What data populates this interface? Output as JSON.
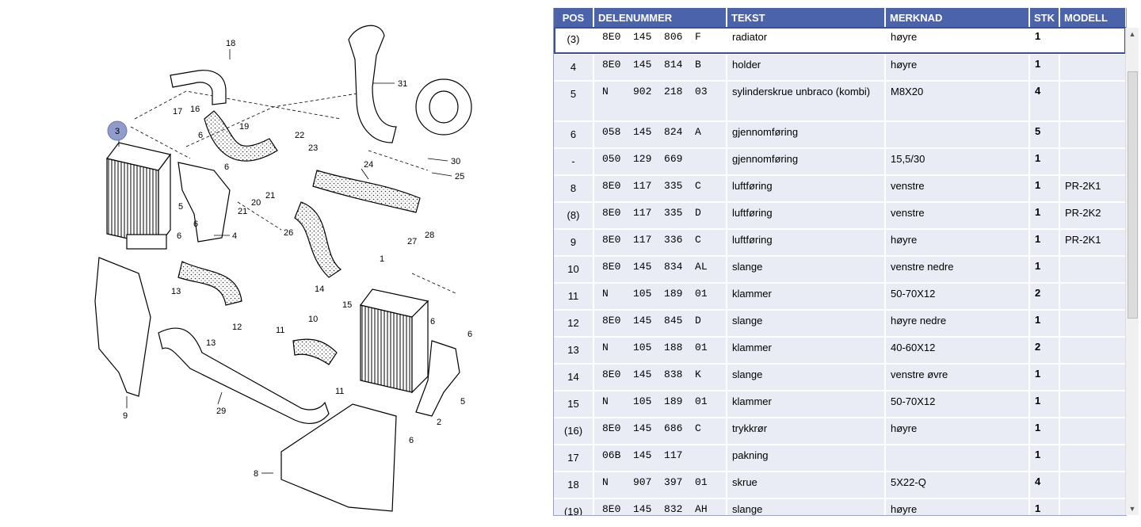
{
  "diagram": {
    "callouts": [
      "18",
      "17",
      "16",
      "19",
      "31",
      "3",
      "6",
      "6",
      "22",
      "23",
      "30",
      "24",
      "25",
      "5",
      "21",
      "20",
      "21",
      "6",
      "6",
      "4",
      "26",
      "27",
      "28",
      "1",
      "13",
      "12",
      "14",
      "15",
      "13",
      "11",
      "10",
      "6",
      "6",
      "9",
      "29",
      "11",
      "5",
      "2",
      "6",
      "8"
    ]
  },
  "table": {
    "headers": {
      "pos": "POS",
      "part_number": "DELENUMMER",
      "text": "TEKST",
      "remark": "MERKNAD",
      "qty": "STK",
      "model": "MODELL"
    },
    "rows": [
      {
        "pos": "(3)",
        "part": "8E0  145  806  F",
        "text": "radiator",
        "remark": "høyre",
        "qty": "1",
        "model": "",
        "selected": true
      },
      {
        "pos": "4",
        "part": "8E0  145  814  B",
        "text": "holder",
        "remark": "høyre",
        "qty": "1",
        "model": ""
      },
      {
        "pos": "5",
        "part": "N    902  218  03",
        "text": "sylinderskrue unbraco (kombi)",
        "remark": "M8X20",
        "qty": "4",
        "model": ""
      },
      {
        "pos": "6",
        "part": "058  145  824  A",
        "text": "gjennomføring",
        "remark": "",
        "qty": "5",
        "model": ""
      },
      {
        "pos": "-",
        "part": "050  129  669",
        "text": "gjennomføring",
        "remark": "15,5/30",
        "qty": "1",
        "model": ""
      },
      {
        "pos": "8",
        "part": "8E0  117  335  C",
        "text": "luftføring",
        "remark": "venstre",
        "qty": "1",
        "model": "PR-2K1"
      },
      {
        "pos": "(8)",
        "part": "8E0  117  335  D",
        "text": "luftføring",
        "remark": "venstre",
        "qty": "1",
        "model": "PR-2K2"
      },
      {
        "pos": "9",
        "part": "8E0  117  336  C",
        "text": "luftføring",
        "remark": "høyre",
        "qty": "1",
        "model": "PR-2K1"
      },
      {
        "pos": "10",
        "part": "8E0  145  834  AL",
        "text": "slange",
        "remark": "venstre nedre",
        "qty": "1",
        "model": ""
      },
      {
        "pos": "11",
        "part": "N    105  189  01",
        "text": "klammer",
        "remark": "50-70X12",
        "qty": "2",
        "model": ""
      },
      {
        "pos": "12",
        "part": "8E0  145  845  D",
        "text": "slange",
        "remark": "høyre nedre",
        "qty": "1",
        "model": ""
      },
      {
        "pos": "13",
        "part": "N    105  188  01",
        "text": "klammer",
        "remark": "40-60X12",
        "qty": "2",
        "model": ""
      },
      {
        "pos": "14",
        "part": "8E0  145  838  K",
        "text": "slange",
        "remark": "venstre øvre",
        "qty": "1",
        "model": ""
      },
      {
        "pos": "15",
        "part": "N    105  189  01",
        "text": "klammer",
        "remark": "50-70X12",
        "qty": "1",
        "model": ""
      },
      {
        "pos": "(16)",
        "part": "8E0  145  686  C",
        "text": "trykkrør",
        "remark": "høyre",
        "qty": "1",
        "model": ""
      },
      {
        "pos": "17",
        "part": "06B  145  117",
        "text": "pakning",
        "remark": "",
        "qty": "1",
        "model": ""
      },
      {
        "pos": "18",
        "part": "N    907  397  01",
        "text": "skrue",
        "remark": "5X22-Q",
        "qty": "4",
        "model": ""
      },
      {
        "pos": "(19)",
        "part": "8E0  145  832  AH",
        "text": "slange",
        "remark": "høyre",
        "qty": "1",
        "model": ""
      }
    ]
  },
  "colors": {
    "header_bg": "#4a63ab",
    "row_bg": "#e9ecf5",
    "selected_outline": "#3a4f9a",
    "highlight_marker": "#8f9ccc"
  }
}
